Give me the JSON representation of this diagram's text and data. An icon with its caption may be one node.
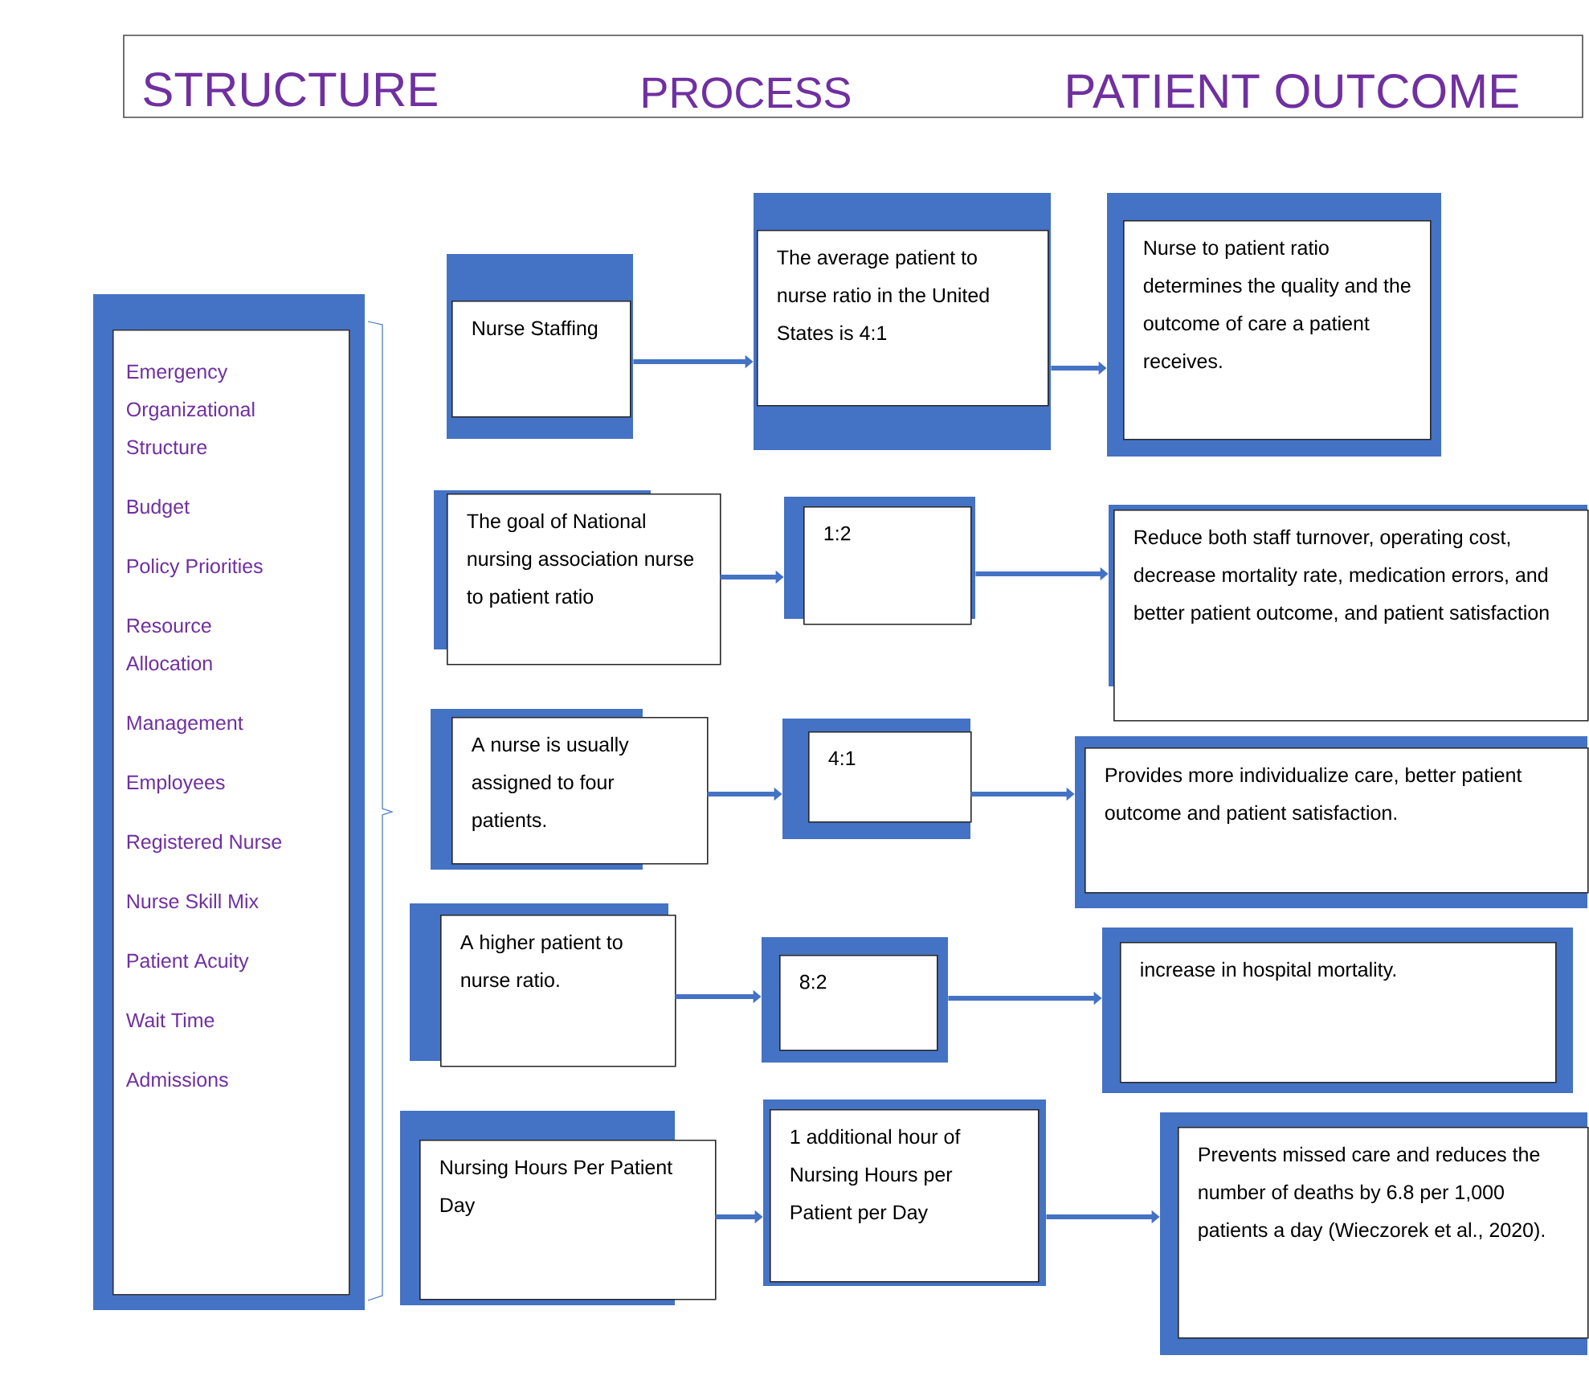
{
  "diagram": {
    "nodes": [
      {
        "text": [
          "STRUCTURE",
          "PROCESS",
          "PATIENT OUTCOME"
        ]
      },
      {
        "text": [
          "Emergency Organizational Structure",
          "Budget",
          "Policy Priorities",
          "Resource Allocation",
          "Management",
          "Employees",
          "Registered Nurse",
          "Nurse Skill Mix",
          "Patient Acuity",
          "Wait Time",
          "Admissions"
        ]
      },
      {
        "text": [
          "Nurse Staffing"
        ]
      },
      {
        "text": [
          "The average patient to nurse ratio in the United States is 4:1"
        ]
      },
      {
        "text": [
          "Nurse to patient ratio determines the quality and the outcome of care a patient receives."
        ]
      },
      {
        "text": [
          "The goal of National nursing association nurse to patient ratio"
        ]
      },
      {
        "text": [
          "1:2"
        ]
      },
      {
        "text": [
          "Reduce both staff turnover, operating cost, decrease mortality rate, medication errors, and better patient outcome, and patient satisfaction"
        ]
      },
      {
        "text": [
          "A nurse is usually assigned to four patients."
        ]
      },
      {
        "text": [
          "4:1"
        ]
      },
      {
        "text": [
          "Provides more individualize care, better patient outcome and patient satisfaction."
        ]
      },
      {
        "text": [
          "A higher patient to nurse ratio."
        ]
      },
      {
        "text": [
          "8:2"
        ]
      },
      {
        "text": [
          "increase in hospital mortality."
        ]
      },
      {
        "text": [
          "Nursing Hours Per Patient Day"
        ]
      },
      {
        "text": [
          "1 additional hour of Nursing Hours per Patient per Day"
        ]
      },
      {
        "text": [
          "Prevents missed care and reduces the number of deaths by 6.8 per 1,000 patients a day (Wieczorek et al., 2020)."
        ]
      }
    ],
    "edges": [
      {
        "from": 2,
        "to": 3,
        "arrow": "to"
      },
      {
        "from": 3,
        "to": 4,
        "arrow": "to"
      },
      {
        "from": 5,
        "to": 6,
        "arrow": "to"
      },
      {
        "from": 6,
        "to": 7,
        "arrow": "to"
      },
      {
        "from": 8,
        "to": 9,
        "arrow": "to"
      },
      {
        "from": 9,
        "to": 10,
        "arrow": "to"
      },
      {
        "from": 11,
        "to": 12,
        "arrow": "to"
      },
      {
        "from": 12,
        "to": 13,
        "arrow": "to"
      },
      {
        "from": 14,
        "to": 15,
        "arrow": "to"
      },
      {
        "from": 15,
        "to": 16,
        "arrow": "to"
      }
    ]
  }
}
